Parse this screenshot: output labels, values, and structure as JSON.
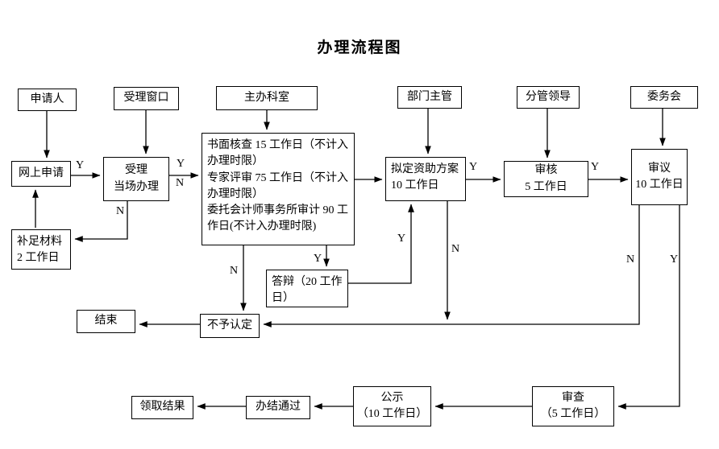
{
  "title": "办理流程图",
  "nodes": {
    "applicant": "申请人",
    "window": "受理窗口",
    "dept": "主办科室",
    "supervisor": "部门主管",
    "leader": "分管领导",
    "committee": "委务会",
    "online": "网上申请",
    "accept": "受理\n当场办理",
    "process": "书面核查 15 工作日（不计入办理时限）\n专家评审 75 工作日（不计入办理时限）\n委托会计师事务所审计 90 工作日(不计入办理时限)",
    "plan": "拟定资助方案\n10 工作日",
    "review": "审核\n5 工作日",
    "deliberate": "审议\n10 工作日",
    "supplement": "补足材料\n2 工作日",
    "defense": "答辩（20 工作日）",
    "finish": "结束",
    "reject": "不予认定",
    "result": "领取结果",
    "complete": "办结通过",
    "publicity": "公示\n（10 工作日）",
    "examine": "审查\n（5 工作日）"
  },
  "labels": {
    "apply_y": "Y",
    "accept_y": "Y",
    "accept_n": "N",
    "supplement_n": "N",
    "process_n": "N",
    "defense_y": "Y",
    "defense_pass_y": "Y",
    "plan_n": "N",
    "plan_y": "Y",
    "review_y": "Y",
    "deliberate_n": "N",
    "deliberate_y": "Y"
  }
}
